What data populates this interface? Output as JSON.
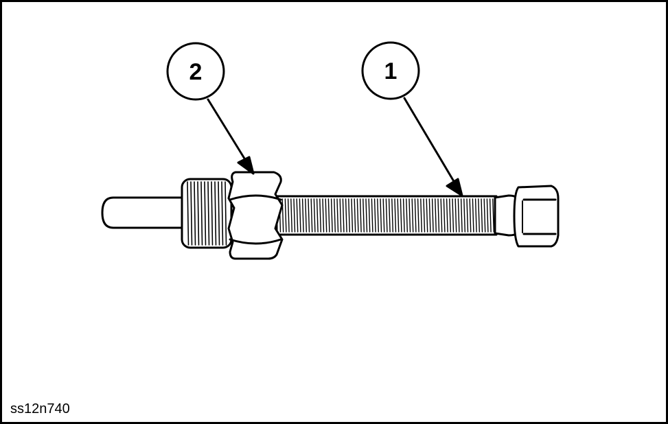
{
  "figure": {
    "id": "ss12n740",
    "line_color": "#000000",
    "background": "#ffffff"
  },
  "callouts": [
    {
      "label": "1",
      "target": "threaded-bolt"
    },
    {
      "label": "2",
      "target": "hex-nut"
    }
  ]
}
